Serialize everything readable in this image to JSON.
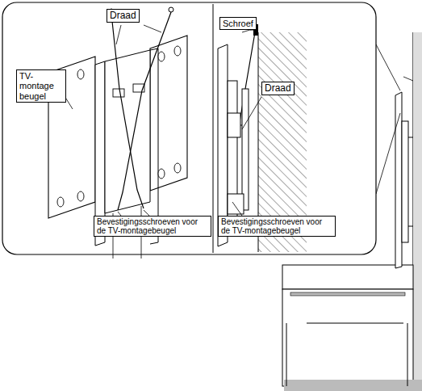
{
  "diagram": {
    "nodes": [
      {
        "text": [
          "Draad"
        ]
      },
      {
        "text": [
          "Schroef"
        ]
      },
      {
        "text": [
          "TV-montage beugel"
        ]
      },
      {
        "text": [
          "Draad"
        ]
      },
      {
        "text": [
          "Bevestigingsschroeven voor de TV-montagebeugel"
        ]
      },
      {
        "text": [
          "Bevestigingsschroeven voor de TV-montagebeugel"
        ]
      }
    ]
  }
}
